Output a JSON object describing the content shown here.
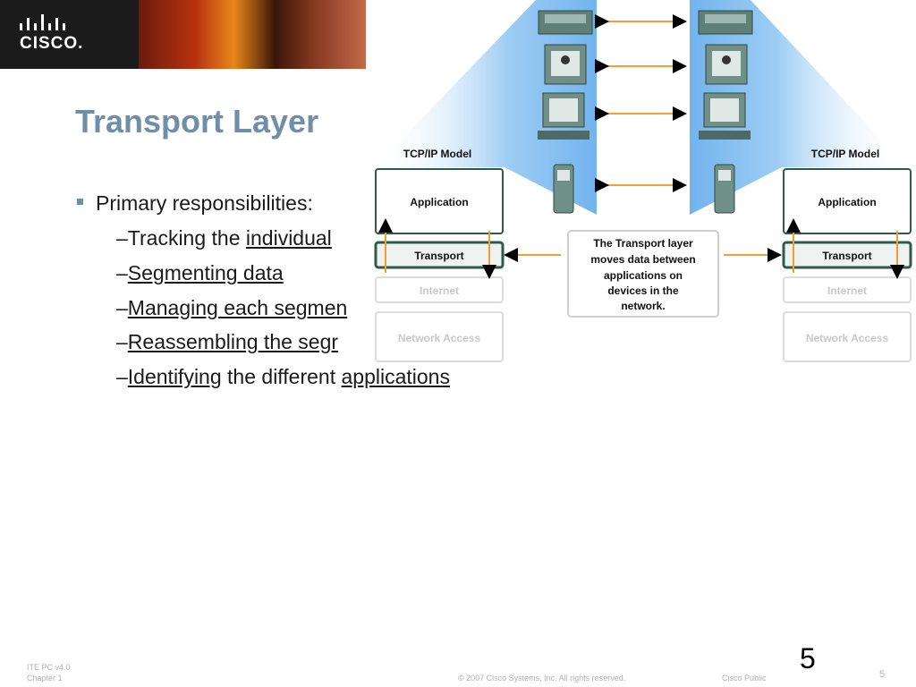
{
  "slide": {
    "title": "Transport Layer",
    "bullet_main": "Primary responsibilities:",
    "sub": [
      {
        "dash": "–",
        "before": "Tracking the ",
        "link": "individual ",
        "after": ""
      },
      {
        "dash": "–",
        "before": "",
        "link": "Segmenting data",
        "after": ""
      },
      {
        "dash": "–",
        "before": "",
        "link": "Managing each segmen",
        "after": ""
      },
      {
        "dash": "–",
        "before": "",
        "link": "Reassembling the segr",
        "after": ""
      },
      {
        "dash": "–",
        "before": "",
        "link": "Identifying",
        "after": " the different ",
        "link2": "applications"
      }
    ]
  },
  "logo": {
    "text": "CISCO."
  },
  "diagram": {
    "left_model": {
      "title": "TCP/IP Model",
      "layers": [
        "Application",
        "Transport",
        "Internet",
        "Network Access"
      ]
    },
    "right_model": {
      "title": "TCP/IP Model",
      "layers": [
        "Application",
        "Transport",
        "Internet",
        "Network Access"
      ]
    },
    "callout": "The Transport layer moves data between applications on devices in the network.",
    "callout_lines": [
      "The Transport layer",
      "moves data between",
      "applications on",
      "devices in the",
      "network."
    ],
    "devices": [
      "ip-phone-icon",
      "video-phone-icon",
      "computer-icon",
      "mobile-phone-icon"
    ],
    "colors": {
      "accent": "#6f8fa8",
      "arrow": "#f0a030",
      "glow": "#7fb8ee",
      "layer_border": "#2e5a4a"
    }
  },
  "footer": {
    "course": "ITE PC v4.0",
    "chapter": "Chapter 1",
    "copyright": "© 2007 Cisco Systems, Inc. All rights reserved.",
    "classification": "Cisco Public",
    "page_small": "5",
    "page_big": "5"
  }
}
